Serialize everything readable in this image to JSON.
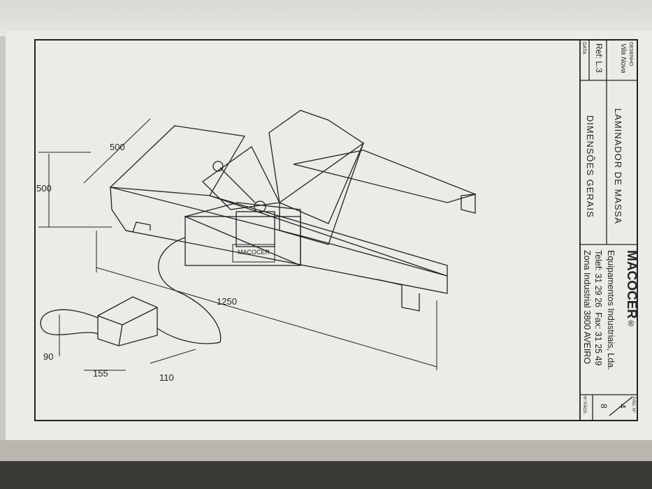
{
  "dimensions": {
    "width_top": "500",
    "height": "500",
    "length": "1250",
    "box_height": "90",
    "box_width": "155",
    "box_depth": "110"
  },
  "machine_label": "MACOCER",
  "title_block": {
    "designer_label": "DESENHO",
    "designer": "Vila Nova",
    "ref": "Ref: L.3",
    "date_label": "DATA",
    "title": "LAMINADOR DE MASSA",
    "subtitle": "DIMENSÕES GERAIS",
    "company": "MACOCER",
    "company_mark": "®",
    "company_line": "Equipamentos Industriais, Lda.",
    "phone": "Telef: 31 29 26  Fax: 31 25 49",
    "address": "Zona Industrial 3800 AVEIRO",
    "page_label": "PÁG. Nº",
    "page": "4",
    "pages": "8",
    "pages_label": "Nº PÁGS"
  }
}
